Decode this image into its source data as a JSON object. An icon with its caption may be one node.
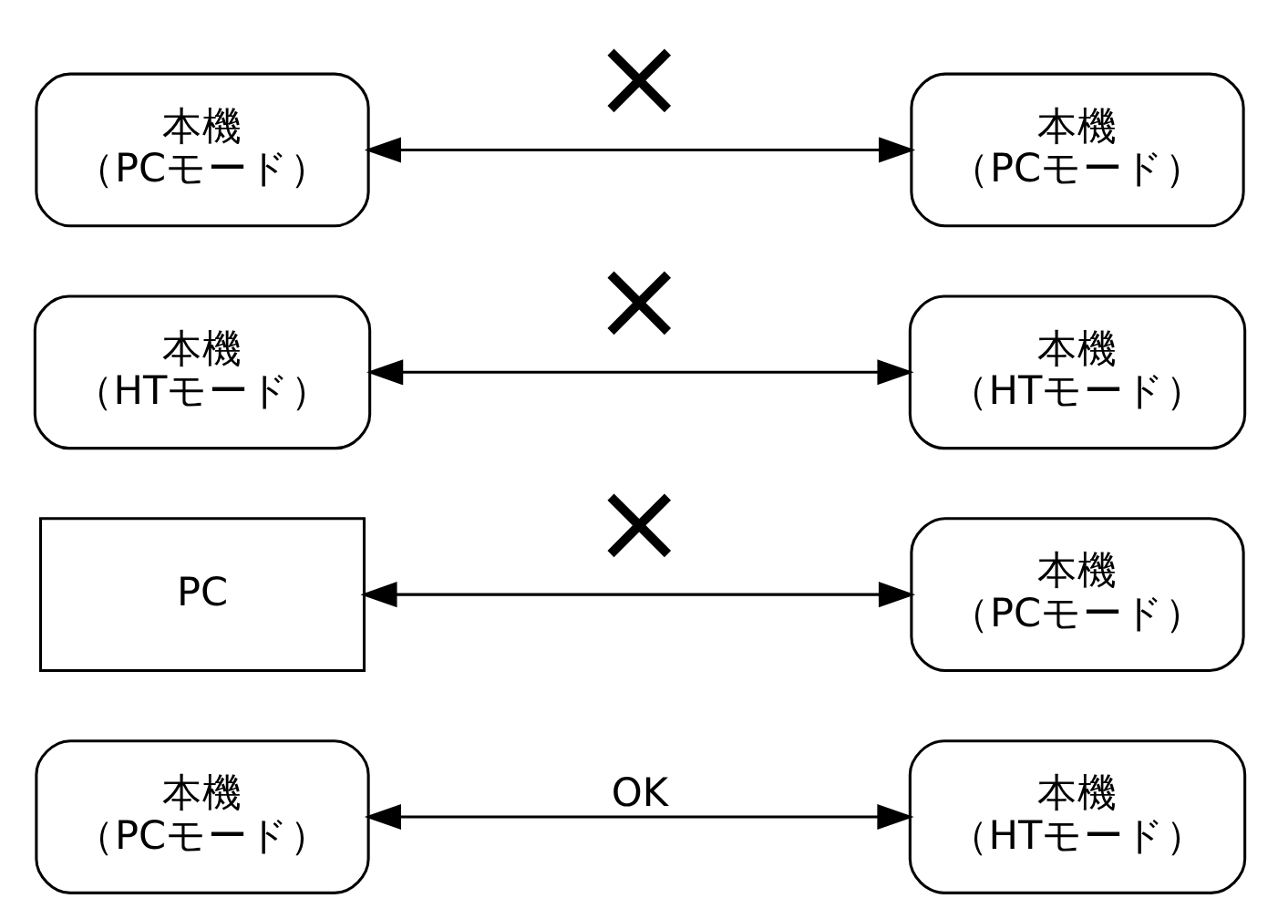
{
  "diagram": {
    "nodes": [
      {
        "text": [
          "本機",
          "（PCモード）"
        ]
      },
      {
        "text": [
          "本機",
          "（HTモード）"
        ]
      },
      {
        "text": [
          "PC"
        ]
      },
      {
        "text": [
          "本機",
          "（PCモード）"
        ]
      },
      {
        "text": [
          "本機",
          "（HTモード）"
        ]
      },
      {
        "text": [
          "本機",
          "（HTモード）"
        ]
      },
      {
        "text": [
          "本機",
          "（PCモード）"
        ]
      },
      {
        "text": [
          "本機",
          "（PCモード）"
        ]
      }
    ],
    "edges": [
      {
        "from": 0,
        "to": 1,
        "arrow": "both",
        "label": "OK"
      },
      {
        "from": 2,
        "to": 3,
        "arrow": "both",
        "label": "×"
      },
      {
        "from": 4,
        "to": 5,
        "arrow": "both",
        "label": "×"
      },
      {
        "from": 6,
        "to": 7,
        "arrow": "both",
        "label": "×"
      }
    ]
  }
}
